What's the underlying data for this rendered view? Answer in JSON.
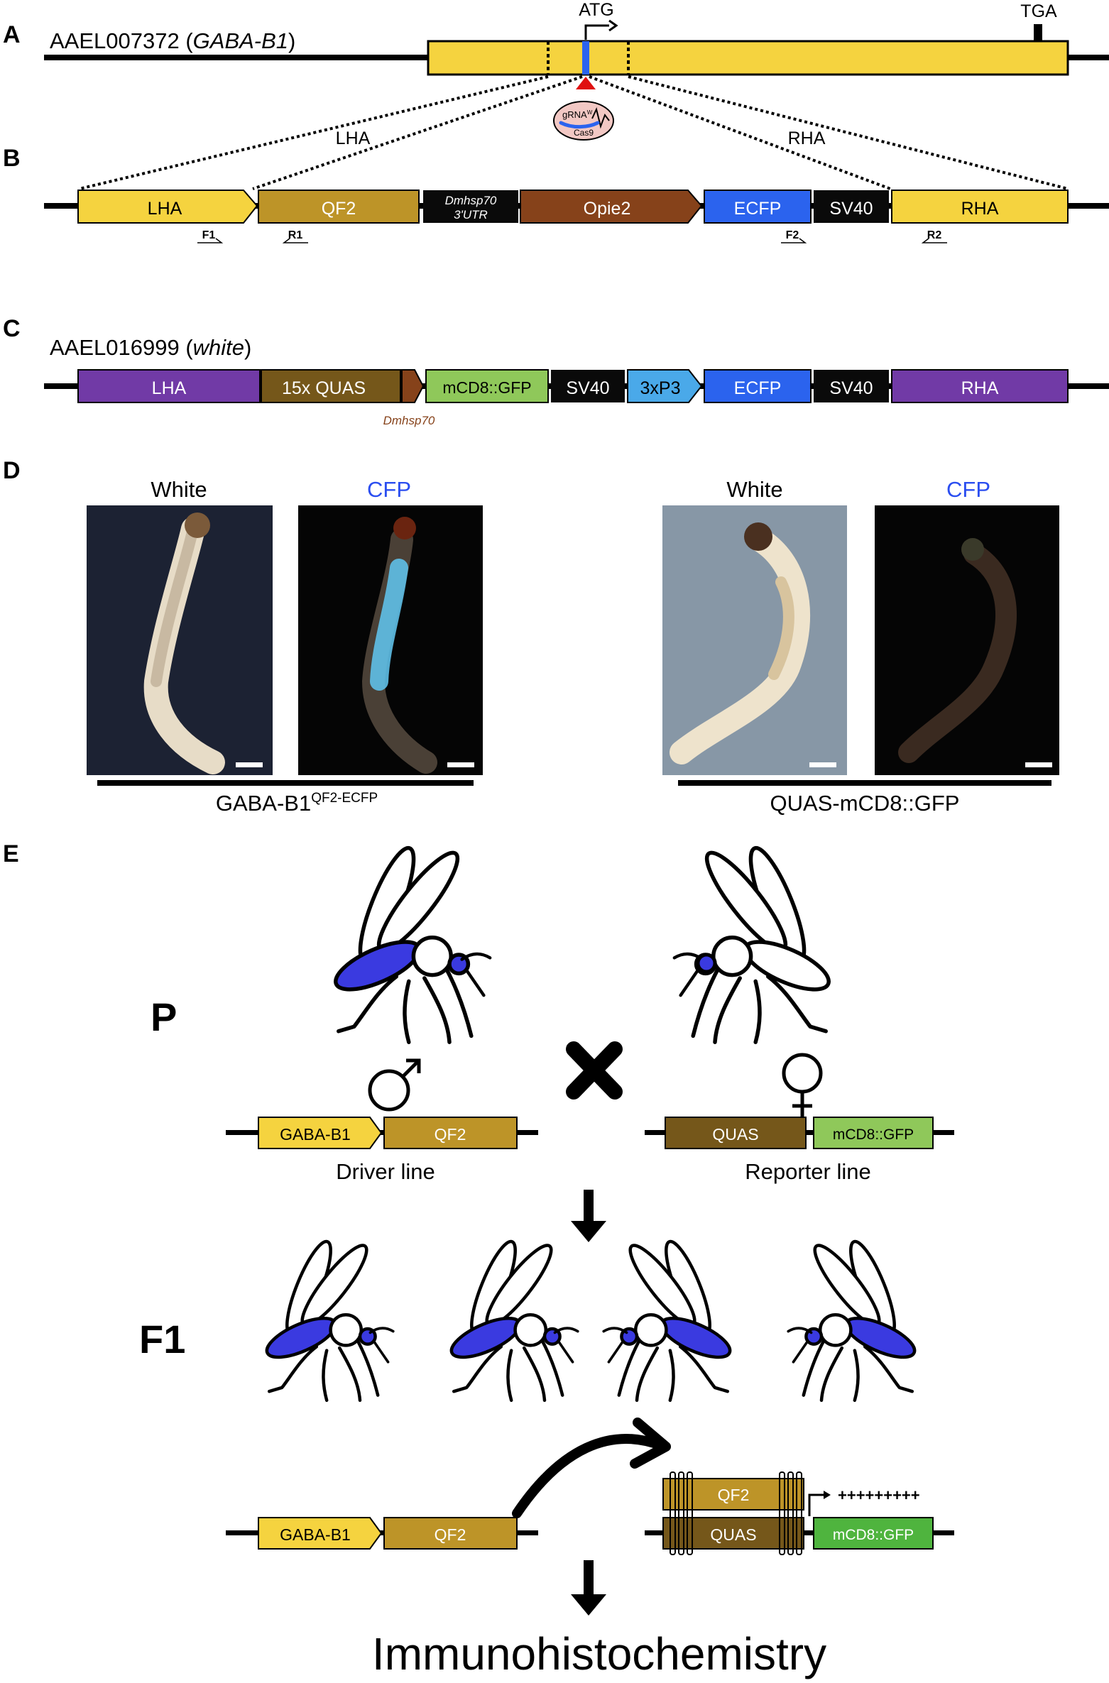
{
  "panels": {
    "A": {
      "letter": "A",
      "gene_id": "AAEL007372",
      "gene_name": "GABA-B1",
      "atg": "ATG",
      "tga": "TGA",
      "grna_label": "gRNA",
      "grna_sup": "W",
      "cas9_label": "Cas9",
      "lha": "LHA",
      "rha": "RHA"
    },
    "B": {
      "letter": "B",
      "boxes": [
        "LHA",
        "QF2",
        "Dmhsp70",
        "3'UTR",
        "Opie2",
        "ECFP",
        "SV40",
        "RHA"
      ],
      "primers": [
        "F1",
        "R1",
        "F2",
        "R2"
      ]
    },
    "C": {
      "letter": "C",
      "gene_id": "AAEL016999",
      "gene_name": "white",
      "boxes": [
        "LHA",
        "15x QUAS",
        "mCD8::GFP",
        "SV40",
        "3xP3",
        "ECFP",
        "SV40",
        "RHA"
      ],
      "promoter_label": "Dmhsp70"
    },
    "D": {
      "letter": "D",
      "left_white": "White",
      "left_cfp": "CFP",
      "right_white": "White",
      "right_cfp": "CFP",
      "left_line": "GABA-B1",
      "left_line_sup": "QF2-ECFP",
      "right_line": "QUAS-mCD8::GFP"
    },
    "E": {
      "letter": "E",
      "p_label": "P",
      "f1_label": "F1",
      "driver_boxes": [
        "GABA-B1",
        "QF2"
      ],
      "driver_label": "Driver line",
      "reporter_boxes": [
        "QUAS",
        "mCD8::GFP"
      ],
      "reporter_label": "Reporter line",
      "f1_driver_boxes": [
        "GABA-B1",
        "QF2"
      ],
      "f1_reporter_qf2": "QF2",
      "f1_reporter_quas": "QUAS",
      "f1_reporter_gfp": "mCD8::GFP",
      "plus_signs": "+++++++++",
      "final": "Immunohistochemistry"
    }
  },
  "colors": {
    "gaba_yellow": "#f5d33f",
    "qf2_gold": "#bd9428",
    "opie2_brown": "#86421a",
    "ecfp_blue": "#2b63ee",
    "white_purple": "#713aa6",
    "quas_olive": "#75571a",
    "gfp_green": "#8fc85a",
    "p3_blue": "#4aa9e9",
    "mosquito_blue": "#3a3ae0",
    "cut_red": "#e01010"
  }
}
